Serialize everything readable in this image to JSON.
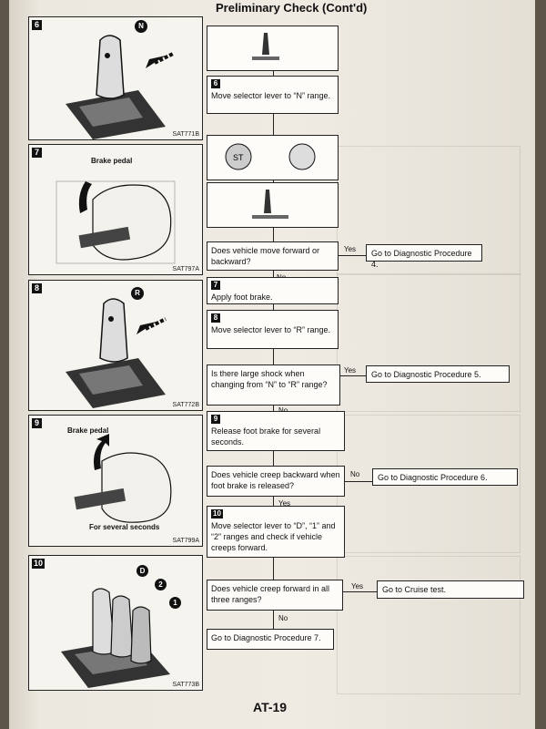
{
  "header": {
    "title": "Preliminary Check (Cont'd)"
  },
  "figures": [
    {
      "step": "6",
      "code": "SAT771B",
      "badge": "N",
      "caption": ""
    },
    {
      "step": "7",
      "code": "SAT797A",
      "label": "Brake pedal"
    },
    {
      "step": "8",
      "code": "SAT772B",
      "badge": "R"
    },
    {
      "step": "9",
      "code": "SAT799A",
      "label": "Brake pedal",
      "caption": "For several seconds"
    },
    {
      "step": "10",
      "code": "SAT773B",
      "badges": [
        "D",
        "2",
        "1"
      ]
    }
  ],
  "flow": {
    "step6": {
      "num": "6",
      "text": "Move selector lever to “N” range."
    },
    "q1": {
      "text": "Does vehicle move forward or backward?",
      "yes": "Yes",
      "no": "No",
      "yes_action": "Go to Diagnostic Procedure 4."
    },
    "step7": {
      "num": "7",
      "text": "Apply foot brake."
    },
    "step8": {
      "num": "8",
      "text": "Move selector lever to “R” range."
    },
    "q2": {
      "text": "Is there large shock when changing from “N” to “R” range?",
      "yes": "Yes",
      "no": "No",
      "yes_action": "Go to Diagnostic Procedure 5."
    },
    "step9": {
      "num": "9",
      "text": "Release foot brake for several seconds."
    },
    "q3": {
      "text": "Does vehicle creep backward when foot brake is released?",
      "yes": "Yes",
      "no": "No",
      "no_action": "Go to Diagnostic Procedure 6."
    },
    "step10": {
      "num": "10",
      "text": "Move selector lever to “D”, “1” and “2” ranges and check if vehicle creeps forward."
    },
    "q4": {
      "text": "Does vehicle creep forward in all three ranges?",
      "yes": "Yes",
      "no": "No",
      "yes_action": "Go to Cruise test."
    },
    "end": {
      "text": "Go to Diagnostic Procedure 7."
    }
  },
  "footer": {
    "page": "AT-19"
  }
}
